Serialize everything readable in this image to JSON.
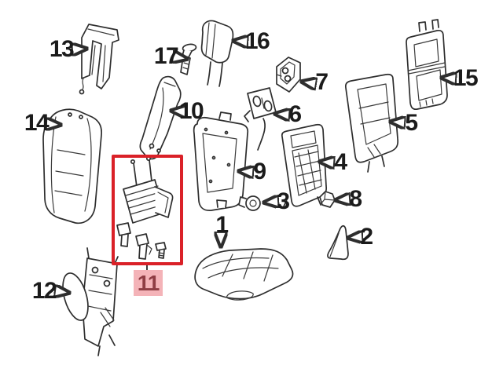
{
  "page": {
    "background": "#ffffff"
  },
  "callouts": [
    {
      "num": "1"
    },
    {
      "num": "2"
    },
    {
      "num": "3"
    },
    {
      "num": "4"
    },
    {
      "num": "5"
    },
    {
      "num": "6"
    },
    {
      "num": "7"
    },
    {
      "num": "8"
    },
    {
      "num": "9"
    },
    {
      "num": "10"
    },
    {
      "num": "11"
    },
    {
      "num": "12"
    },
    {
      "num": "13"
    },
    {
      "num": "14"
    },
    {
      "num": "15"
    },
    {
      "num": "16"
    },
    {
      "num": "17"
    }
  ],
  "highlight": {
    "selected_callout": "11",
    "box_color": "#da2128",
    "label_background": "#f4b3b8",
    "label_text_color": "#8f3d44"
  },
  "line_art_color": "#2e2e2e"
}
